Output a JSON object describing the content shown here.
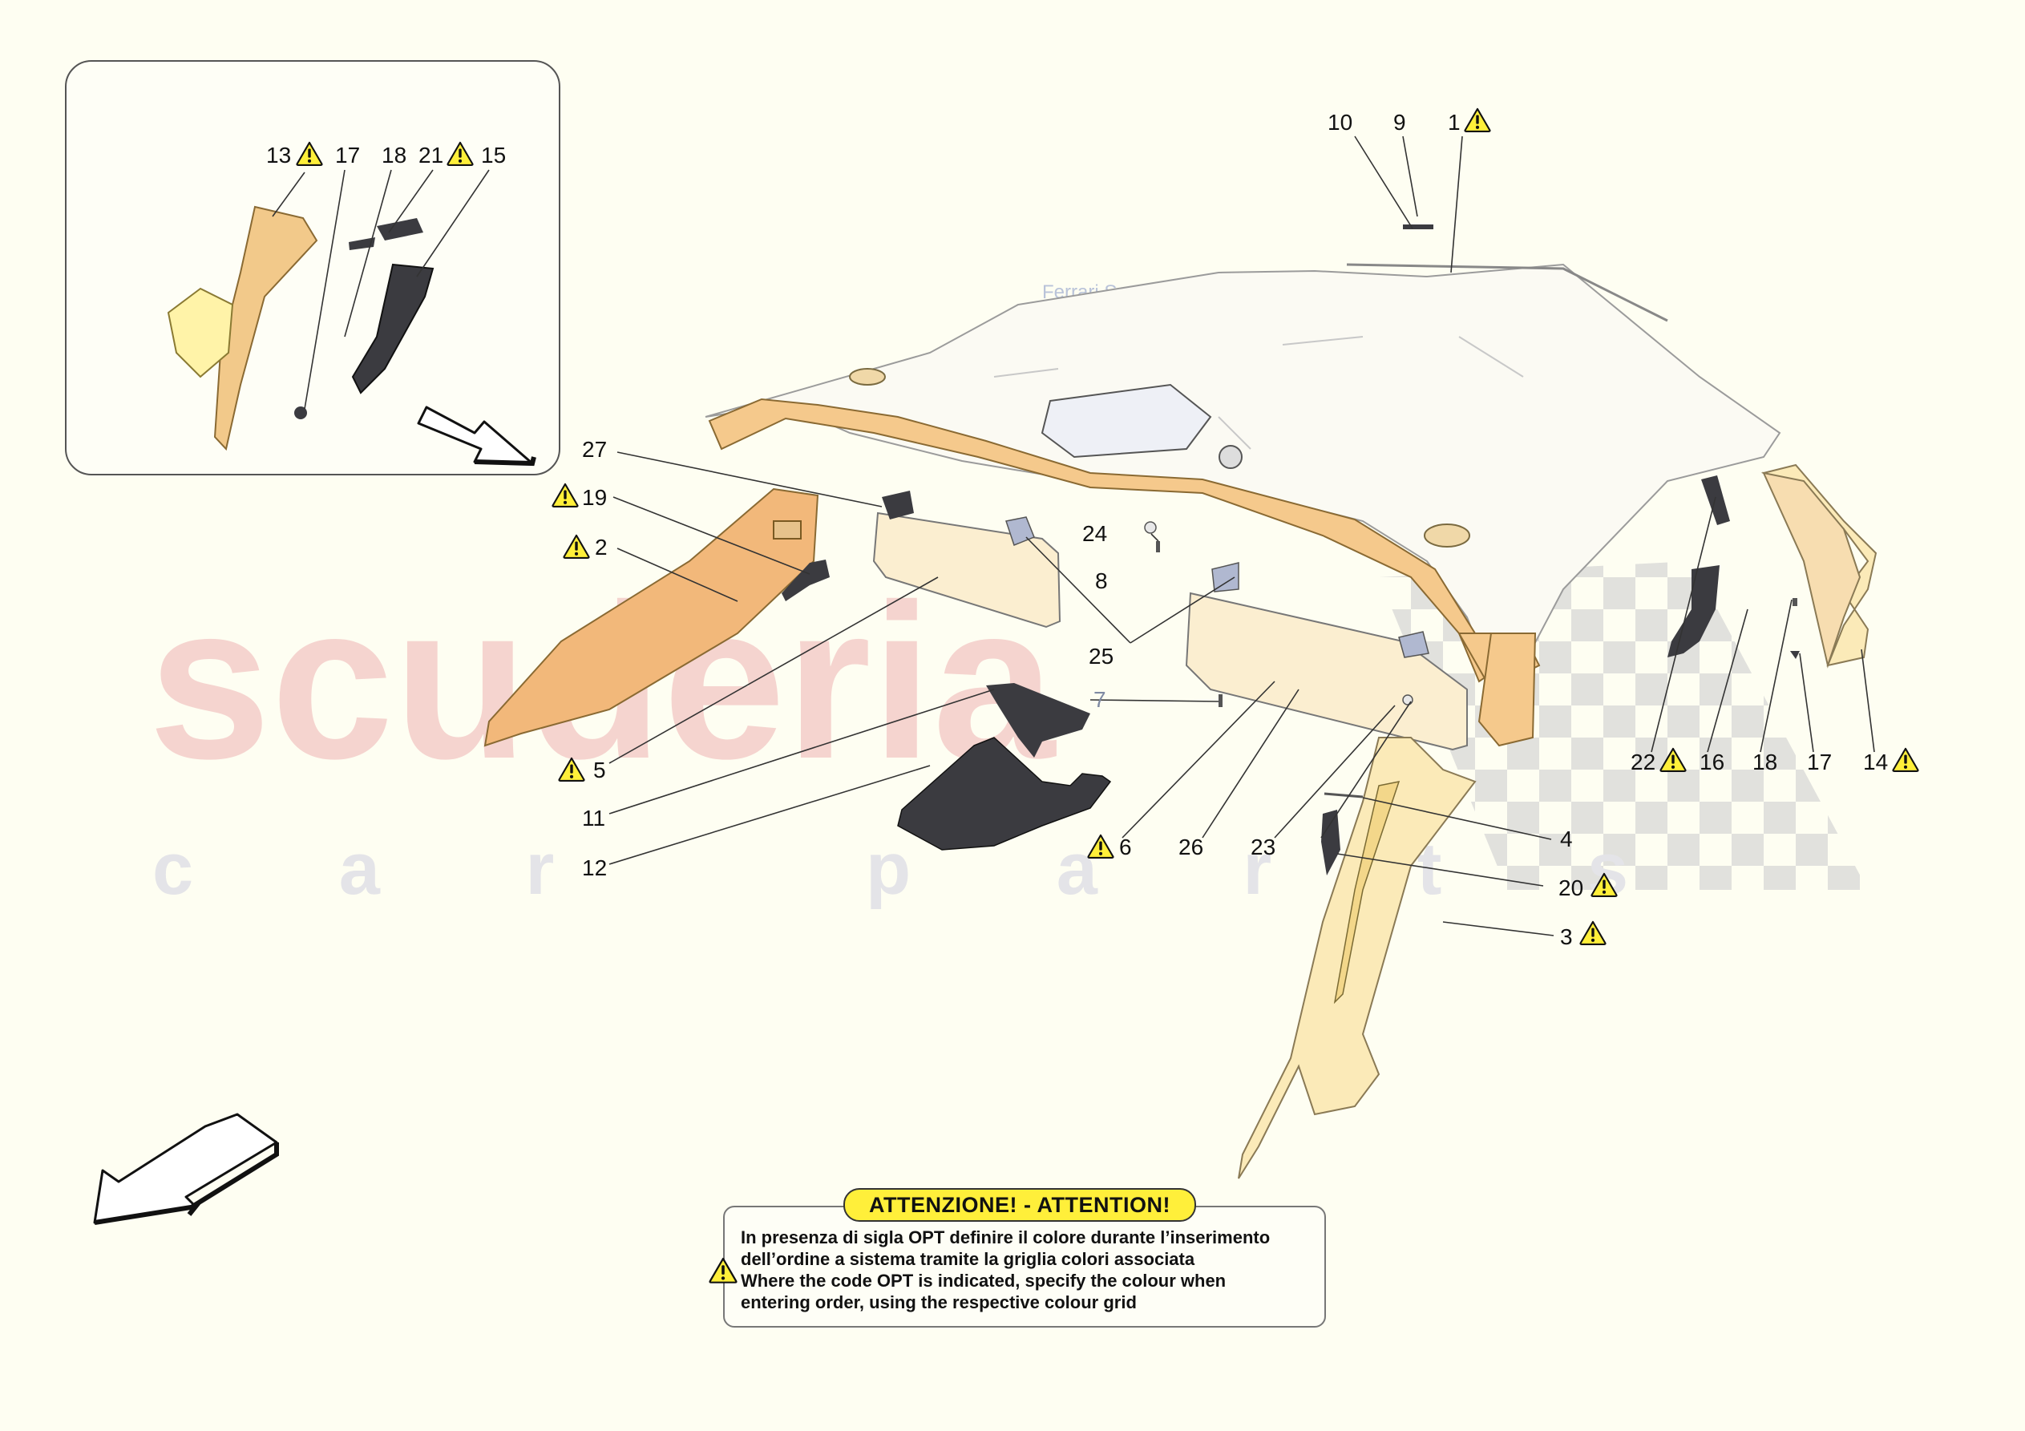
{
  "watermark": {
    "brand": "scuderia",
    "sub": "c a r   p a r t s",
    "faint": "Ferrari S.p.A."
  },
  "colors": {
    "callout_fill": "#ffef3a",
    "watermark_red": "#f2c7c4",
    "part_tan": "#f2c98a",
    "part_dark": "#3b3b40",
    "leader": "#333333"
  },
  "icons": {
    "warning": "warning-triangle-icon",
    "direction": "direction-arrow-icon"
  },
  "inset_labels": {
    "l13": "13",
    "l17": "17",
    "l18": "18",
    "l21": "21",
    "l15": "15"
  },
  "labels": {
    "l10": "10",
    "l9": "9",
    "l1": "1",
    "l27": "27",
    "l19": "19",
    "l2": "2",
    "l24": "24",
    "l8": "8",
    "l25": "25",
    "l7": "7",
    "l5": "5",
    "l11": "11",
    "l12": "12",
    "l6": "6",
    "l26": "26",
    "l23": "23",
    "l4": "4",
    "l20": "20",
    "l3": "3",
    "l22": "22",
    "l16": "16",
    "l18": "18",
    "l17": "17",
    "l14": "14"
  },
  "notice": {
    "title": "ATTENZIONE! - ATTENTION!",
    "line1": "In presenza di sigla OPT definire il colore durante l’inserimento",
    "line2": "dell’ordine a sistema tramite la griglia colori associata",
    "line3": "Where the code OPT is indicated, specify the colour when",
    "line4": "entering order, using the respective colour grid"
  }
}
